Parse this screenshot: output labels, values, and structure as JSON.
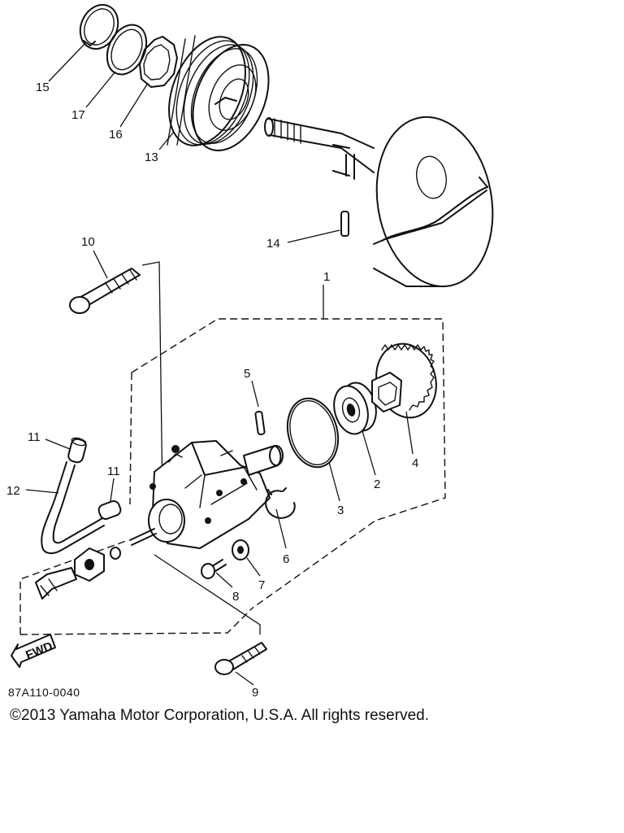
{
  "callouts": {
    "c1": "1",
    "c2": "2",
    "c3": "3",
    "c4": "4",
    "c5": "5",
    "c6": "6",
    "c7": "7",
    "c8": "8",
    "c9": "9",
    "c10": "10",
    "c11a": "11",
    "c11b": "11",
    "c12": "12",
    "c13": "13",
    "c14": "14",
    "c15": "15",
    "c16": "16",
    "c17": "17"
  },
  "fwd_label": "FWD",
  "diagram_code": "87A110-0040",
  "copyright": "©2013 Yamaha Motor Corporation, U.S.A. All rights reserved."
}
